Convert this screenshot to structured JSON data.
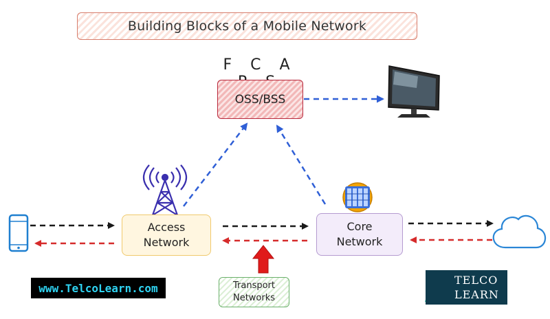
{
  "title": "Building Blocks of a Mobile Network",
  "fcaps": "F C A P S",
  "oss_bss": "OSS/BSS",
  "access_network": {
    "line1": "Access",
    "line2": "Network"
  },
  "core_network": {
    "line1": "Core",
    "line2": "Network"
  },
  "transport_networks": {
    "line1": "Transport",
    "line2": "Networks"
  },
  "website": "www.TelcoLearn.com",
  "logo": {
    "line1": "TELCO",
    "line2": "LEARN"
  },
  "icons": {
    "phone": "smartphone-icon",
    "tower": "cell-tower-icon",
    "core": "server-rack-icon",
    "monitor": "monitor-icon",
    "cloud": "cloud-icon"
  },
  "colors": {
    "uplink_arrow": "#1a1a1a",
    "downlink_arrow": "#d62b2b",
    "management_arrow": "#2f5fd6",
    "transport_arrow": "#e01b1b",
    "url_text": "#2fd3f2",
    "logo_bg": "#0f3b4d"
  }
}
